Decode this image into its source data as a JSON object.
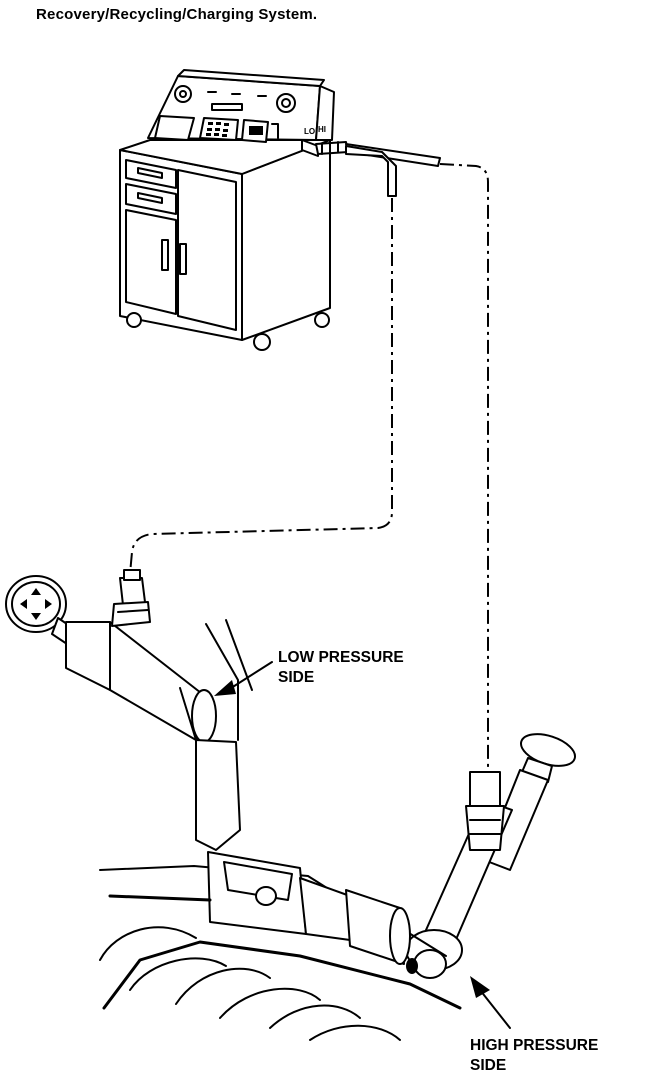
{
  "title": "Recovery/Recycling/Charging System.",
  "labels": {
    "low_pressure": [
      "LOW PRESSURE",
      "SIDE"
    ],
    "high_pressure": [
      "HIGH PRESSURE",
      "SIDE"
    ],
    "panel_lo": "LO",
    "panel_hi": "HI"
  },
  "colors": {
    "ink": "#000000",
    "paper": "#ffffff"
  }
}
